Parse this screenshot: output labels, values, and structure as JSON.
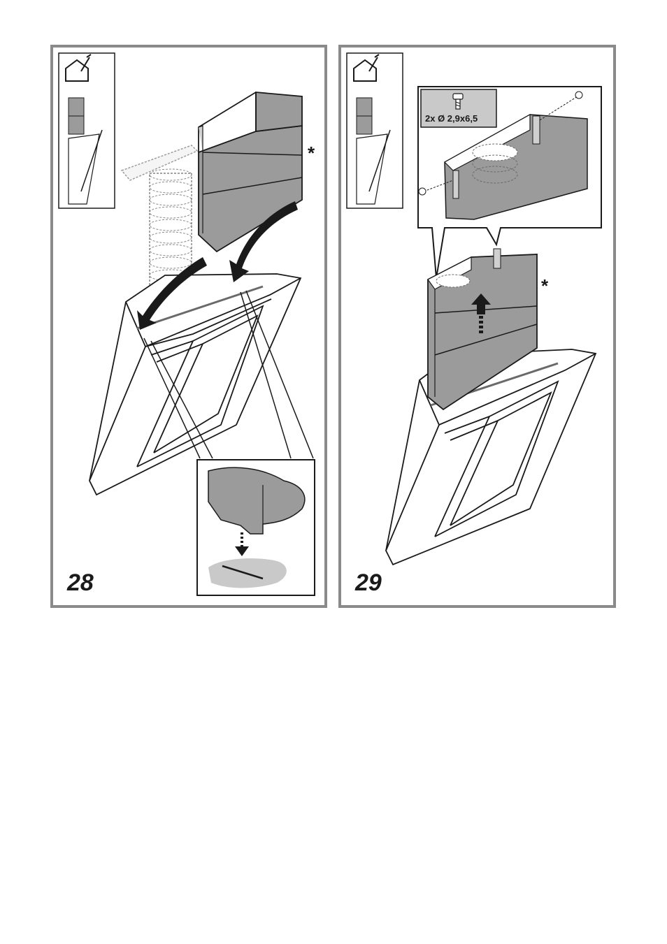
{
  "steps": [
    {
      "number": "28",
      "marker": "*"
    },
    {
      "number": "29",
      "marker": "*",
      "screw_spec": "2x Ø 2,9x6,5"
    }
  ],
  "icons": {
    "install_mode": "house-ducting-icon",
    "hood_profile": "hood-side-view-icon",
    "screw": "screw-icon",
    "arrow_down": "curved-arrow-icon",
    "arrow_up": "up-arrow-icon"
  },
  "colors": {
    "chimney_fill": "#9b9b9b",
    "frame": "#8a8a8a",
    "line": "#1a1a1a",
    "detail_fill": "#c9c9c9"
  }
}
